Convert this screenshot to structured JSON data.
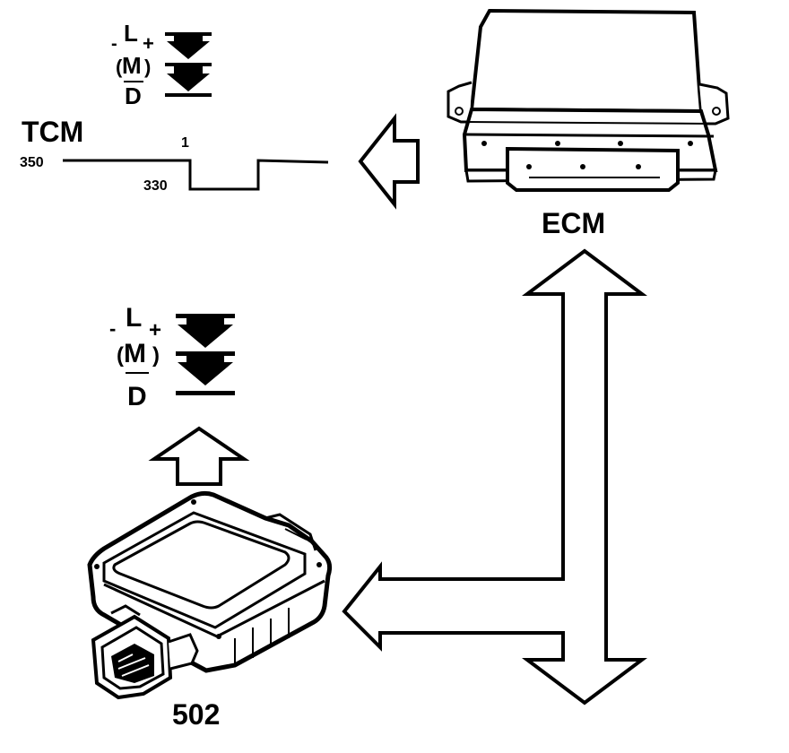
{
  "tcm": {
    "label": "TCM",
    "signal": {
      "high_value": "350",
      "low_value": "330",
      "pulse_marker": "1"
    },
    "gear_indicator": {
      "minus": "-",
      "l": "L",
      "plus": "+",
      "m": "M",
      "d": "D"
    }
  },
  "ecm": {
    "label": "ECM"
  },
  "module_502": {
    "label": "502",
    "gear_indicator": {
      "minus": "-",
      "l": "L",
      "plus": "+",
      "m": "M",
      "d": "D"
    }
  },
  "colors": {
    "ink": "#000000",
    "paper": "#ffffff"
  }
}
